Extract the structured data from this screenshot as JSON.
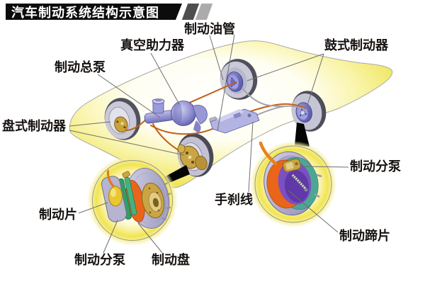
{
  "title_bar": {
    "title": "汽车制动系统结构示意图"
  },
  "diagram": {
    "labels": [
      {
        "id": "brake-oil-pipe",
        "text": "制动油管"
      },
      {
        "id": "vacuum-booster",
        "text": "真空助力器"
      },
      {
        "id": "brake-master-cylinder",
        "text": "制动总泵"
      },
      {
        "id": "drum-brake",
        "text": "鼓式制动器"
      },
      {
        "id": "disc-brake",
        "text": "盘式制动器"
      },
      {
        "id": "handbrake-cable",
        "text": "手刹线"
      },
      {
        "id": "brake-pad",
        "text": "制动片"
      },
      {
        "id": "brake-wheel-cylinder-front",
        "text": "制动分泵"
      },
      {
        "id": "brake-disc",
        "text": "制动盘"
      },
      {
        "id": "brake-wheel-cylinder-rear",
        "text": "制动分泵"
      },
      {
        "id": "brake-shoe",
        "text": "制动蹄片"
      }
    ],
    "colors": {
      "title_bg": "#0c0c0c",
      "title_text": "#ffffff",
      "label_text": "#161210",
      "leader_line": "#6e6e6e",
      "car_body_yellow": "#ede350",
      "brake_pipe_orange": "#c2601a",
      "handbrake_cable_gray": "#a2a2ac",
      "caliper_gold": "#c9a23c",
      "drum_purple": "#7b50c2",
      "shoe_orange": "#e8651a",
      "backing_teal": "#4ba794",
      "component_blue": "#8888cc"
    }
  }
}
